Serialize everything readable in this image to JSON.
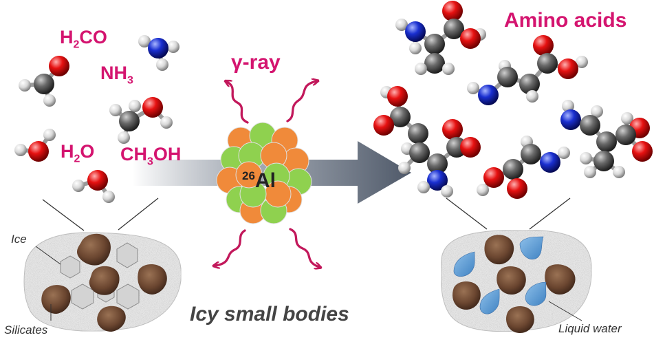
{
  "labels": {
    "h2co": {
      "main": "H",
      "sub": "2",
      "tail": "CO"
    },
    "nh3": {
      "main": "NH",
      "sub": "3"
    },
    "h2o": {
      "main": "H",
      "sub": "2",
      "tail": "O"
    },
    "ch3oh": {
      "main": "CH",
      "sub": "3",
      "tail": "OH"
    },
    "gamma_ray": "γ-ray",
    "isotope": {
      "mass": "26",
      "symbol": "Al"
    },
    "amino_acids": "Amino acids",
    "ice": "Ice",
    "silicates": "Silicates",
    "icy_small_bodies": "Icy small bodies",
    "liquid_water": "Liquid water"
  },
  "colors": {
    "label_magenta": "#d4146f",
    "carbon": "#555555",
    "oxygen": "#e01010",
    "nitrogen": "#1a2fd0",
    "hydrogen": "#e8e8e8",
    "nucleus_orange": "#f08a3a",
    "nucleus_green": "#8fd14f",
    "arrow": "#566070",
    "silicate_brown": "#6e4a35",
    "ice_gray": "#d2d2d2",
    "liquid_water_blue": "#5b9bd5"
  },
  "icons": {
    "molecule": "ball-and-stick-molecule",
    "wavy_arrow": "wavy-gamma-ray-arrow",
    "nucleus": "aluminium-26-nucleus",
    "main_arrow": "process-arrow"
  }
}
